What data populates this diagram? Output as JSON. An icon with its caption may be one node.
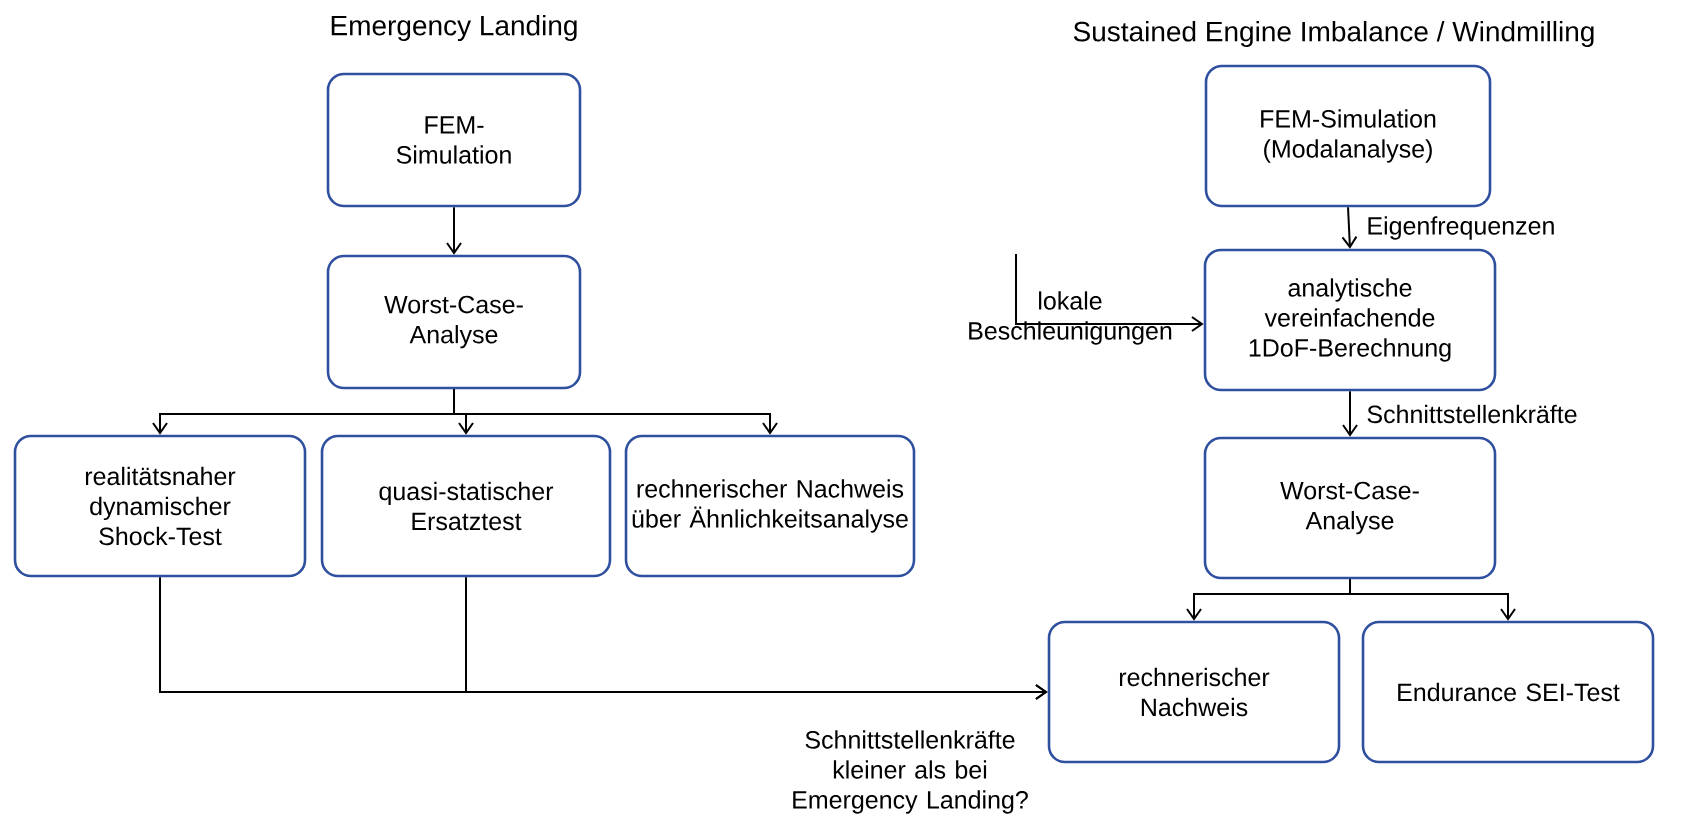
{
  "diagram": {
    "nodes": [
      {
        "text": [
          "FEM-Simulation"
        ]
      },
      {
        "text": [
          "Worst-Case-Analyse"
        ]
      },
      {
        "text": [
          "realitätsnaher dynamischer Shock-Test"
        ]
      },
      {
        "text": [
          "quasi-statischer Ersatztest"
        ]
      },
      {
        "text": [
          "rechnerischer Nachweis über Ähnlichkeitsanalyse"
        ]
      },
      {
        "text": [
          "FEM-Simulation (Modalanalyse)"
        ]
      },
      {
        "text": [
          "analytische vereinfachende 1DoF-Berechnung"
        ]
      },
      {
        "text": [
          "Worst-Case-Analyse"
        ]
      },
      {
        "text": [
          "rechnerischer Nachweis"
        ]
      },
      {
        "text": [
          "Endurance SEI-Test"
        ]
      }
    ],
    "edges": [
      {
        "from": 0,
        "to": 1,
        "arrow": "to"
      },
      {
        "from": 1,
        "to": 2,
        "arrow": "to"
      },
      {
        "from": 1,
        "to": 3,
        "arrow": "to"
      },
      {
        "from": 1,
        "to": 4,
        "arrow": "to"
      },
      {
        "from": 5,
        "to": 6,
        "arrow": "to",
        "label": "Eigenfrequenzen"
      },
      {
        "from": null,
        "to": 6,
        "arrow": "to",
        "label": "lokale Beschleunigungen"
      },
      {
        "from": 6,
        "to": 7,
        "arrow": "to",
        "label": "Schnittstellenkräfte"
      },
      {
        "from": 7,
        "to": 8,
        "arrow": "to"
      },
      {
        "from": 7,
        "to": 9,
        "arrow": "to"
      },
      {
        "from": 2,
        "to": 8,
        "arrow": "to"
      },
      {
        "from": 3,
        "to": 8,
        "arrow": "to",
        "label": "Schnittstellenkräfte kleiner als bei Emergency Landing?"
      }
    ],
    "labels": [
      "Emergency Landing",
      "Sustained Engine Imbalance / Windmilling"
    ]
  }
}
